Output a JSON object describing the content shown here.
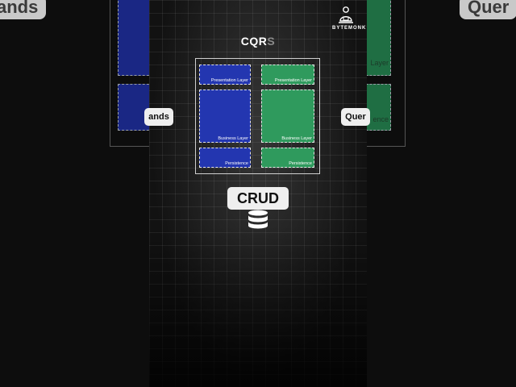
{
  "brand": {
    "logo_text": "BYTEMONK"
  },
  "diagram": {
    "title_bright": "CQR",
    "title_dim": "S",
    "left_label": "ands",
    "right_label": "Quer",
    "bottom_label": "CRUD",
    "side_left_top": "ands",
    "side_right_top": "Quer",
    "command_side": {
      "presentation": "Presentation Layer",
      "business": "Business Layer",
      "persistence": "Persistence"
    },
    "query_side": {
      "presentation": "Presentation Layer",
      "business": "Business Layer",
      "persistence": "Persistence"
    },
    "side_right_fragments": [
      "Layer",
      "ence"
    ]
  },
  "colors": {
    "command_blue": "#2336b0",
    "query_green": "#2f9a5d",
    "background": "#0b0b0b"
  },
  "icons": [
    "monk-logo-icon",
    "database-icon"
  ]
}
